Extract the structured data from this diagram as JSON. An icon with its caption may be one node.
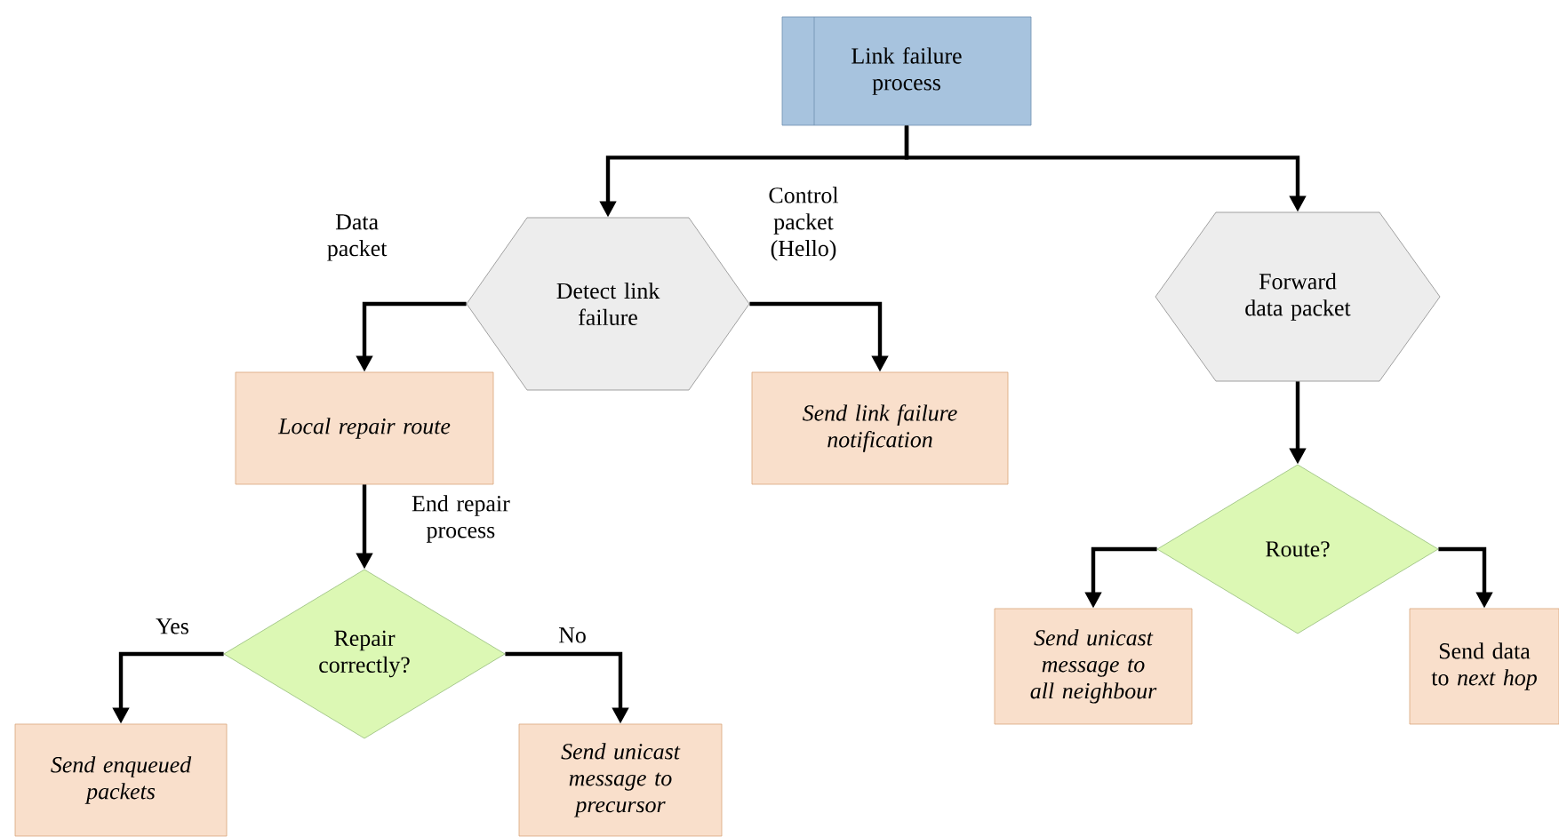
{
  "diagram": {
    "nodes": [
      {
        "text": [
          "Link failure process"
        ]
      },
      {
        "text": [
          "Detect link failure"
        ]
      },
      {
        "text": [
          "Forward data packet"
        ]
      },
      {
        "text": [
          "Local repair route"
        ]
      },
      {
        "text": [
          "Send link failure notification"
        ]
      },
      {
        "text": [
          "Repair correctly?"
        ]
      },
      {
        "text": [
          "Route?"
        ]
      },
      {
        "text": [
          "Send enqueued packets"
        ]
      },
      {
        "text": [
          "Send unicast message to precursor"
        ]
      },
      {
        "text": [
          "Send unicast message to all neighbour"
        ]
      },
      {
        "text": [
          "Send data to *next hop*"
        ]
      }
    ],
    "edges": [
      {
        "from": 0,
        "to": 1,
        "arrow": "to"
      },
      {
        "from": 0,
        "to": 2,
        "arrow": "to"
      },
      {
        "from": 1,
        "to": 3,
        "arrow": "to",
        "label": "Data packet"
      },
      {
        "from": 1,
        "to": 4,
        "arrow": "to",
        "label": "Control packet (Hello)"
      },
      {
        "from": 3,
        "to": 5,
        "arrow": "to",
        "label": "End repair process"
      },
      {
        "from": 2,
        "to": 6,
        "arrow": "to"
      },
      {
        "from": 5,
        "to": 7,
        "arrow": "to",
        "label": "Yes"
      },
      {
        "from": 5,
        "to": 8,
        "arrow": "to",
        "label": "No"
      },
      {
        "from": 6,
        "to": 9,
        "arrow": "to"
      },
      {
        "from": 6,
        "to": 10,
        "arrow": "to"
      }
    ]
  }
}
